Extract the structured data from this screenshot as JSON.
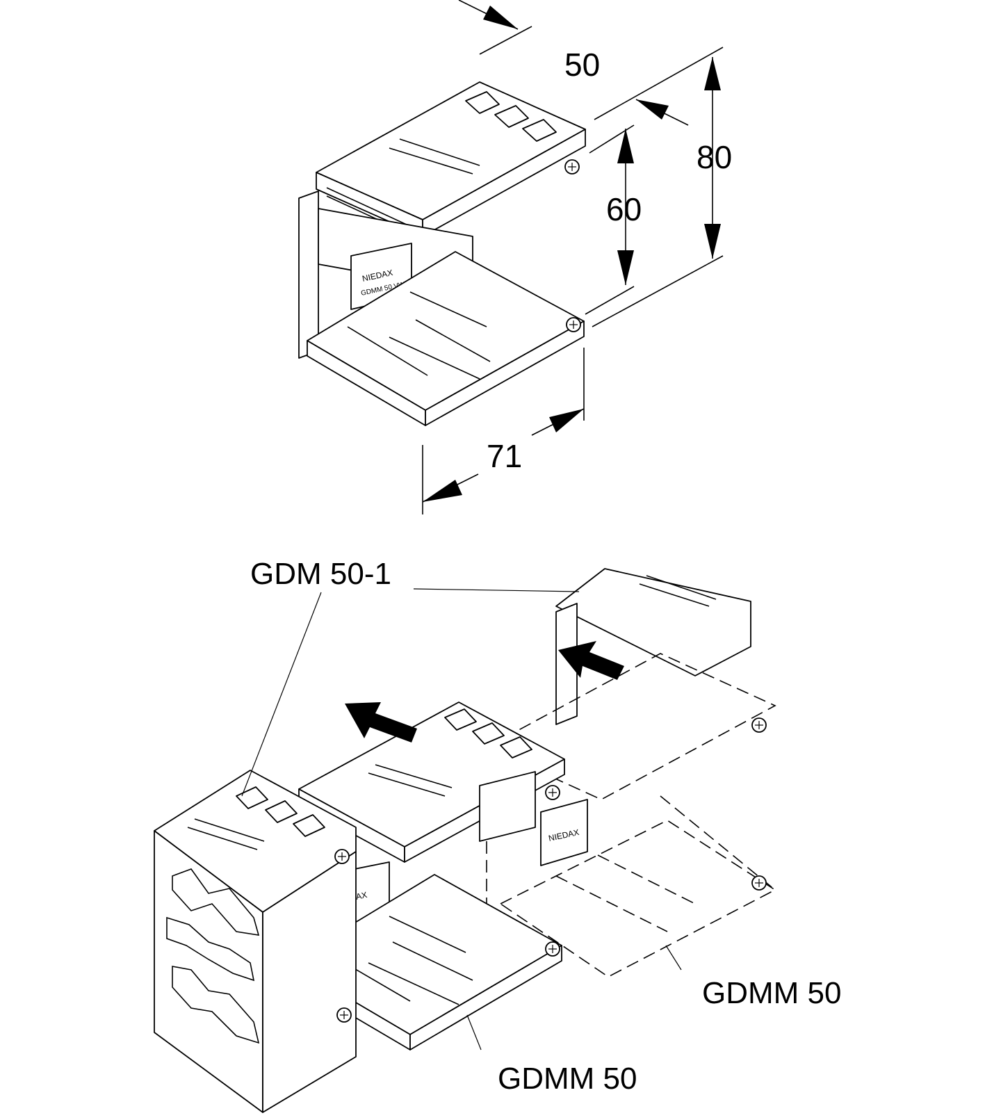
{
  "dimensions": {
    "width_top": "50",
    "height_outer": "80",
    "height_inner": "60",
    "depth": "71"
  },
  "labels": {
    "end_piece": "GDM 50-1",
    "middle_part_front": "GDMM 50",
    "middle_part_back": "GDMM 50"
  },
  "product_marking": {
    "brand": "NIEDAX",
    "type": "GDMM 50 VW"
  }
}
